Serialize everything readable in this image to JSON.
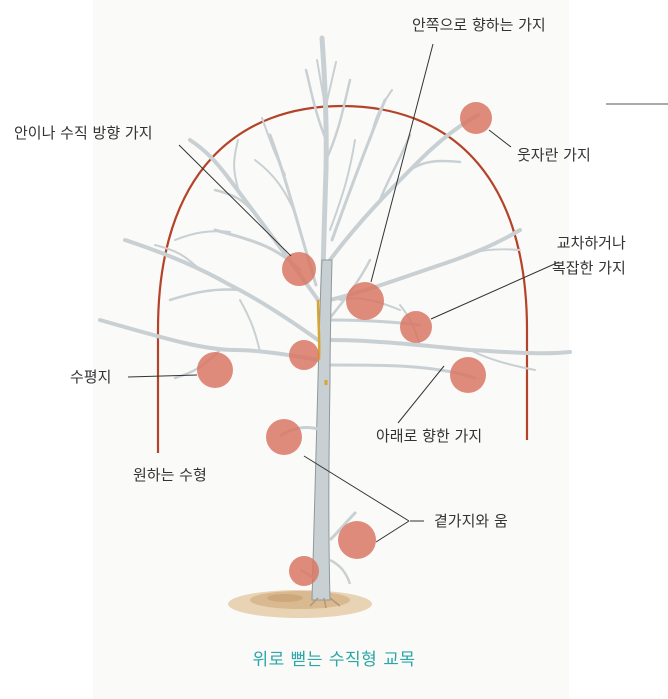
{
  "labels": {
    "inward_branch": "안쪽으로 향하는 가지",
    "inner_vertical_branch": "안이나 수직 방향 가지",
    "overgrown_branch": "웃자란 가지",
    "crossing_branch_line1": "교차하거나",
    "crossing_branch_line2": "복잡한 가지",
    "horizontal_branch": "수평지",
    "downward_branch": "아래로 향한 가지",
    "desired_shape": "원하는 수형",
    "suckers_and_buds": "곁가지와 움"
  },
  "caption": "위로 뻗는 수직형 교목",
  "colors": {
    "outline_arc": "#b5432a",
    "marker_fill": "#d9735f",
    "caption": "#2aa7a6",
    "bark": "#c9d0d3",
    "bark_shade": "#8f989c",
    "soil": "#d8b88e"
  }
}
